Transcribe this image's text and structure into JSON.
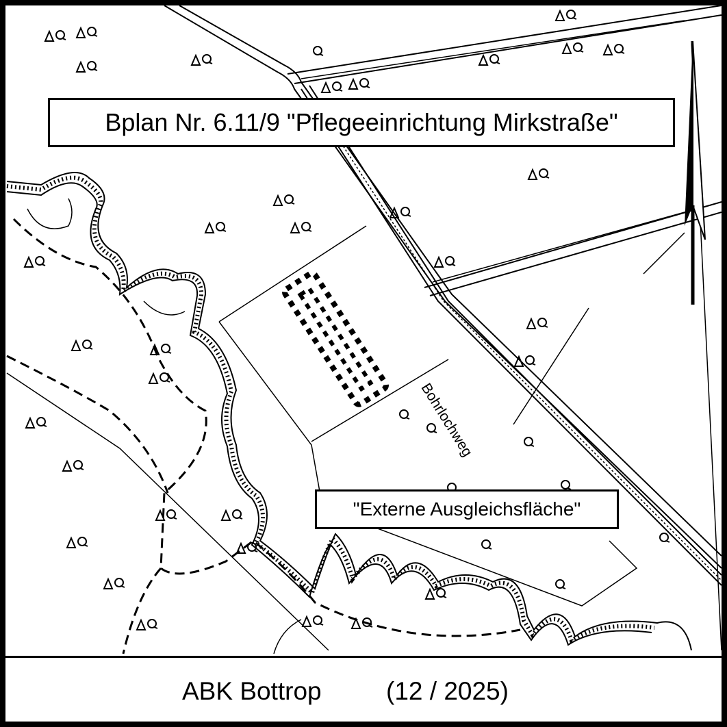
{
  "map": {
    "title": "Bplan Nr. 6.11/9 \"Pflegeeinrichtung Mirkstraße\"",
    "area_label": "\"Externe Ausgleichsfläche\"",
    "street_label": "Bohrlochweg",
    "north_arrow_icon": "north-arrow-icon",
    "tree_symbol_icon": "deciduous-tree-symbol-icon"
  },
  "footer": {
    "source": "ABK Bottrop",
    "date": "(12 / 2025)"
  }
}
